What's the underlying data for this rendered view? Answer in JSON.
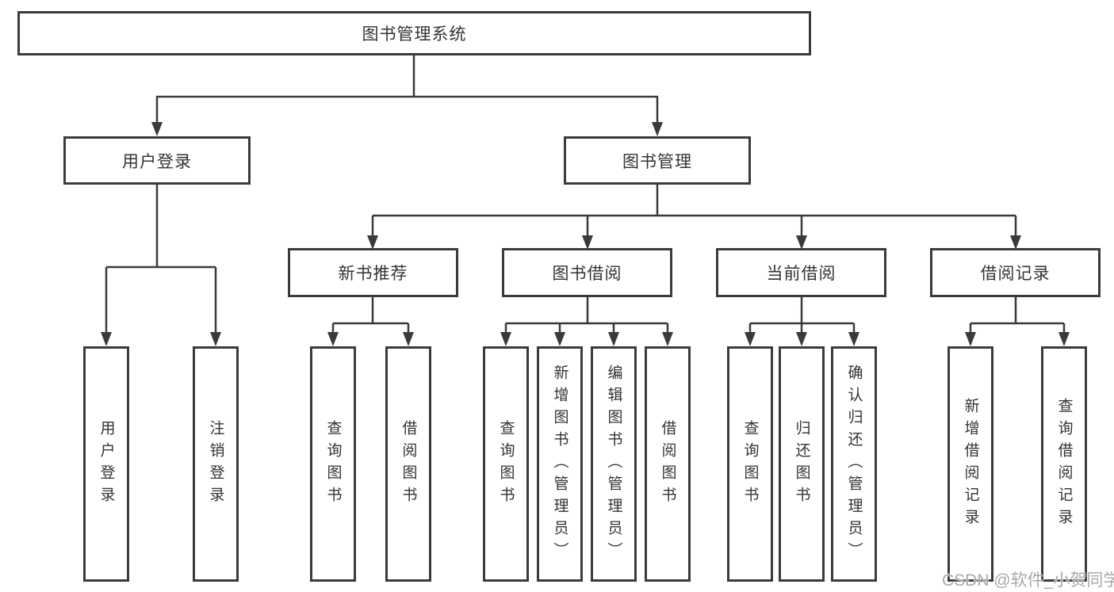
{
  "diagram": {
    "type": "hierarchy",
    "watermark": "CSDN @软件_小贺同学",
    "colors": {
      "line": "#3a3a3a",
      "box_border": "#3b3b3b",
      "text": "#333333",
      "watermark": "#a9a9a9",
      "background": "#ffffff"
    },
    "tree": {
      "root": "图书管理系统",
      "level2": [
        {
          "label": "用户登录",
          "leaves": [
            "用户登录",
            "注销登录"
          ]
        },
        {
          "label": "图书管理",
          "groups": [
            {
              "label": "新书推荐",
              "leaves": [
                "查询图书",
                "借阅图书"
              ]
            },
            {
              "label": "图书借阅",
              "leaves": [
                "查询图书",
                "新增图书（管理员）",
                "编辑图书（管理员）",
                "借阅图书"
              ]
            },
            {
              "label": "当前借阅",
              "leaves": [
                "查询图书",
                "归还图书",
                "确认归还（管理员）"
              ]
            },
            {
              "label": "借阅记录",
              "leaves": [
                "新增借阅记录",
                "查询借阅记录"
              ]
            }
          ]
        }
      ]
    }
  }
}
